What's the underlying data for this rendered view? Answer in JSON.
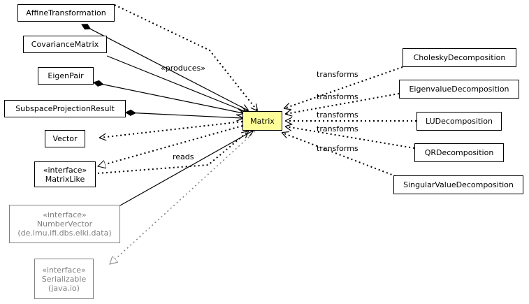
{
  "classes": {
    "affine": {
      "name": "AffineTransformation"
    },
    "covariance": {
      "name": "CovarianceMatrix"
    },
    "eigenpair": {
      "name": "EigenPair"
    },
    "subspace": {
      "name": "SubspaceProjectionResult"
    },
    "vector": {
      "name": "Vector"
    },
    "matrixlike": {
      "stereotype": "«interface»",
      "name": "MatrixLike"
    },
    "numbervector": {
      "stereotype": "«interface»",
      "name": "NumberVector",
      "package": "(de.lmu.ifi.dbs.elki.data)"
    },
    "serializable": {
      "stereotype": "«interface»",
      "name": "Serializable",
      "package": "(java.io)"
    },
    "matrix": {
      "name": "Matrix"
    },
    "cholesky": {
      "name": "CholeskyDecomposition"
    },
    "eigenvalue": {
      "name": "EigenvalueDecomposition"
    },
    "lu": {
      "name": "LUDecomposition"
    },
    "qr": {
      "name": "QRDecomposition"
    },
    "svd": {
      "name": "SingularValueDecomposition"
    }
  },
  "edge_labels": {
    "produces": "«produces»",
    "reads": "reads",
    "cholesky": "transforms",
    "eigenvalue": "transforms",
    "lu": "transforms",
    "qr": "transforms",
    "svd": "transforms"
  },
  "colors": {
    "focus_fill": "#ffff99",
    "external_stroke": "#808080",
    "line": "#000000"
  }
}
